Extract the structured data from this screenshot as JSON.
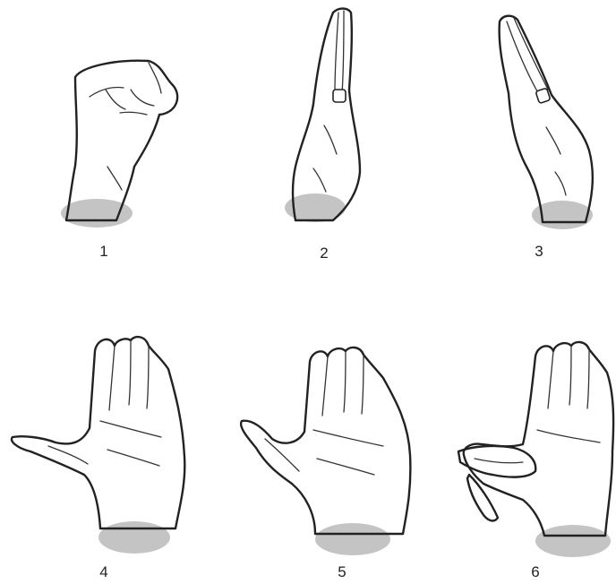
{
  "figure": {
    "panels": [
      {
        "label": "1",
        "pose": "closed-fist-icon"
      },
      {
        "label": "2",
        "pose": "flat-hand-side-icon"
      },
      {
        "label": "3",
        "pose": "flat-hand-side-tilted-icon"
      },
      {
        "label": "4",
        "pose": "open-palm-thumb-extended-icon"
      },
      {
        "label": "5",
        "pose": "open-palm-thumb-out-icon"
      },
      {
        "label": "6",
        "pose": "open-palm-thumb-across-icon"
      }
    ],
    "colors": {
      "skin": "#d9d9d9",
      "shadow": "#c4c4c4",
      "outline": "#222222",
      "background": "#ffffff"
    }
  }
}
